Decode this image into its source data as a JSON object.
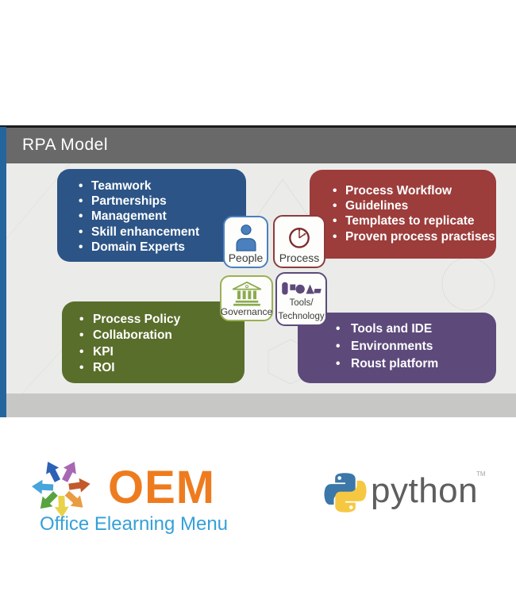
{
  "slide": {
    "title": "RPA Model",
    "quadrants": {
      "people": {
        "items": [
          "Teamwork",
          "Partnerships",
          "Management",
          "Skill enhancement",
          "Domain Experts"
        ],
        "color": "#2c5486"
      },
      "process": {
        "items": [
          "Process Workflow",
          "Guidelines",
          "Templates to replicate",
          "Proven process practises"
        ],
        "color": "#9c3d3b"
      },
      "governance": {
        "items": [
          "Process Policy",
          "Collaboration",
          "KPI",
          "ROI"
        ],
        "color": "#5a6e2b"
      },
      "tools": {
        "items": [
          "Tools and IDE",
          "Environments",
          "Roust platform"
        ],
        "color": "#5d4a7b"
      }
    },
    "center_tiles": {
      "people": {
        "label": "People",
        "icon": "person-icon",
        "accent": "#4a80bd"
      },
      "process": {
        "label": "Process",
        "icon": "clock-icon",
        "accent": "#8e3b3b"
      },
      "governance": {
        "label": "Governance",
        "icon": "bank-icon",
        "accent": "#9ab054"
      },
      "tools": {
        "label_line1": "Tools/",
        "label_line2": "Technology",
        "icon": "shapes-icon",
        "accent": "#5d4a7b"
      }
    }
  },
  "footer": {
    "oem": {
      "wordmark": "OEM",
      "tagline": "Office Elearning Menu",
      "wordmark_color": "#ee7c1f",
      "tagline_color": "#35a0d8"
    },
    "python": {
      "wordmark": "python",
      "trademark": "TM"
    }
  }
}
